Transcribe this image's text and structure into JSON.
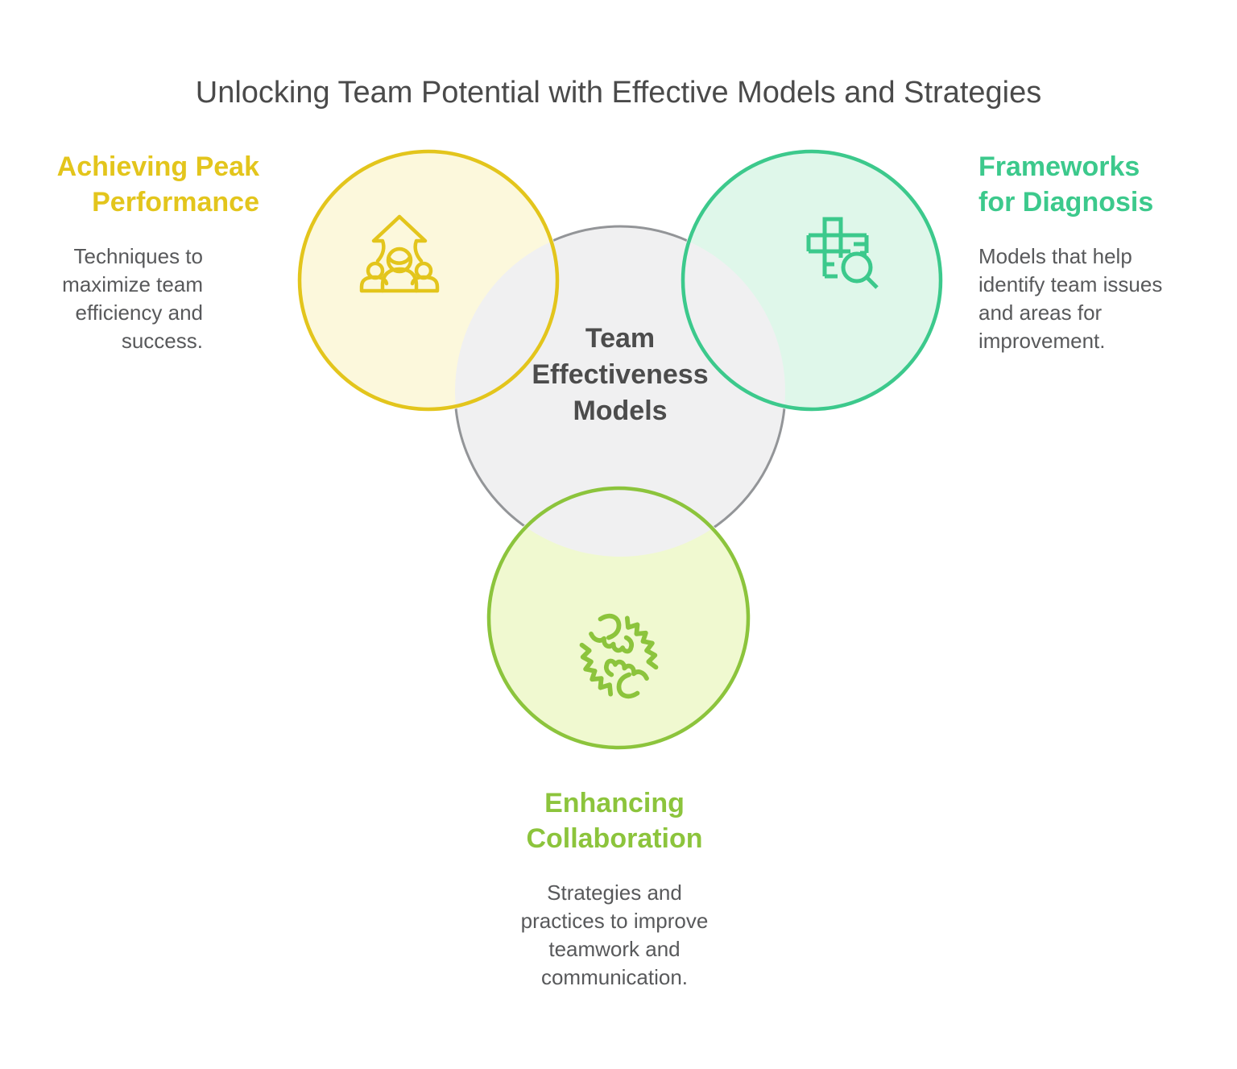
{
  "title": "Unlocking Team Potential with Effective Models and Strategies",
  "center": {
    "label": "Team\nEffectiveness\nModels"
  },
  "sections": {
    "peak": {
      "heading": "Achieving Peak\nPerformance",
      "body": "Techniques to\nmaximize team\nefficiency and\nsuccess.",
      "icon": "growth-arrow-team-icon"
    },
    "diagnosis": {
      "heading": "Frameworks\nfor Diagnosis",
      "body": "Models that help\nidentify team issues\nand areas for\nimprovement.",
      "icon": "grid-magnifier-icon"
    },
    "collaboration": {
      "heading": "Enhancing\nCollaboration",
      "body": "Strategies and\npractices to improve\nteamwork and\ncommunication.",
      "icon": "clasped-hands-icon"
    }
  },
  "colors": {
    "yellow": "#E3C51C",
    "yellow_fill": "#FCF8DC",
    "teal": "#3CC98C",
    "teal_fill": "#DFF7EA",
    "lime": "#8CC43C",
    "lime_fill": "#F0F9D0",
    "gray_stroke": "#939598",
    "gray_fill": "#F0F0F1",
    "title_text": "#4A4A4A",
    "body_text": "#58595B",
    "center_text": "#4C4C4C"
  }
}
